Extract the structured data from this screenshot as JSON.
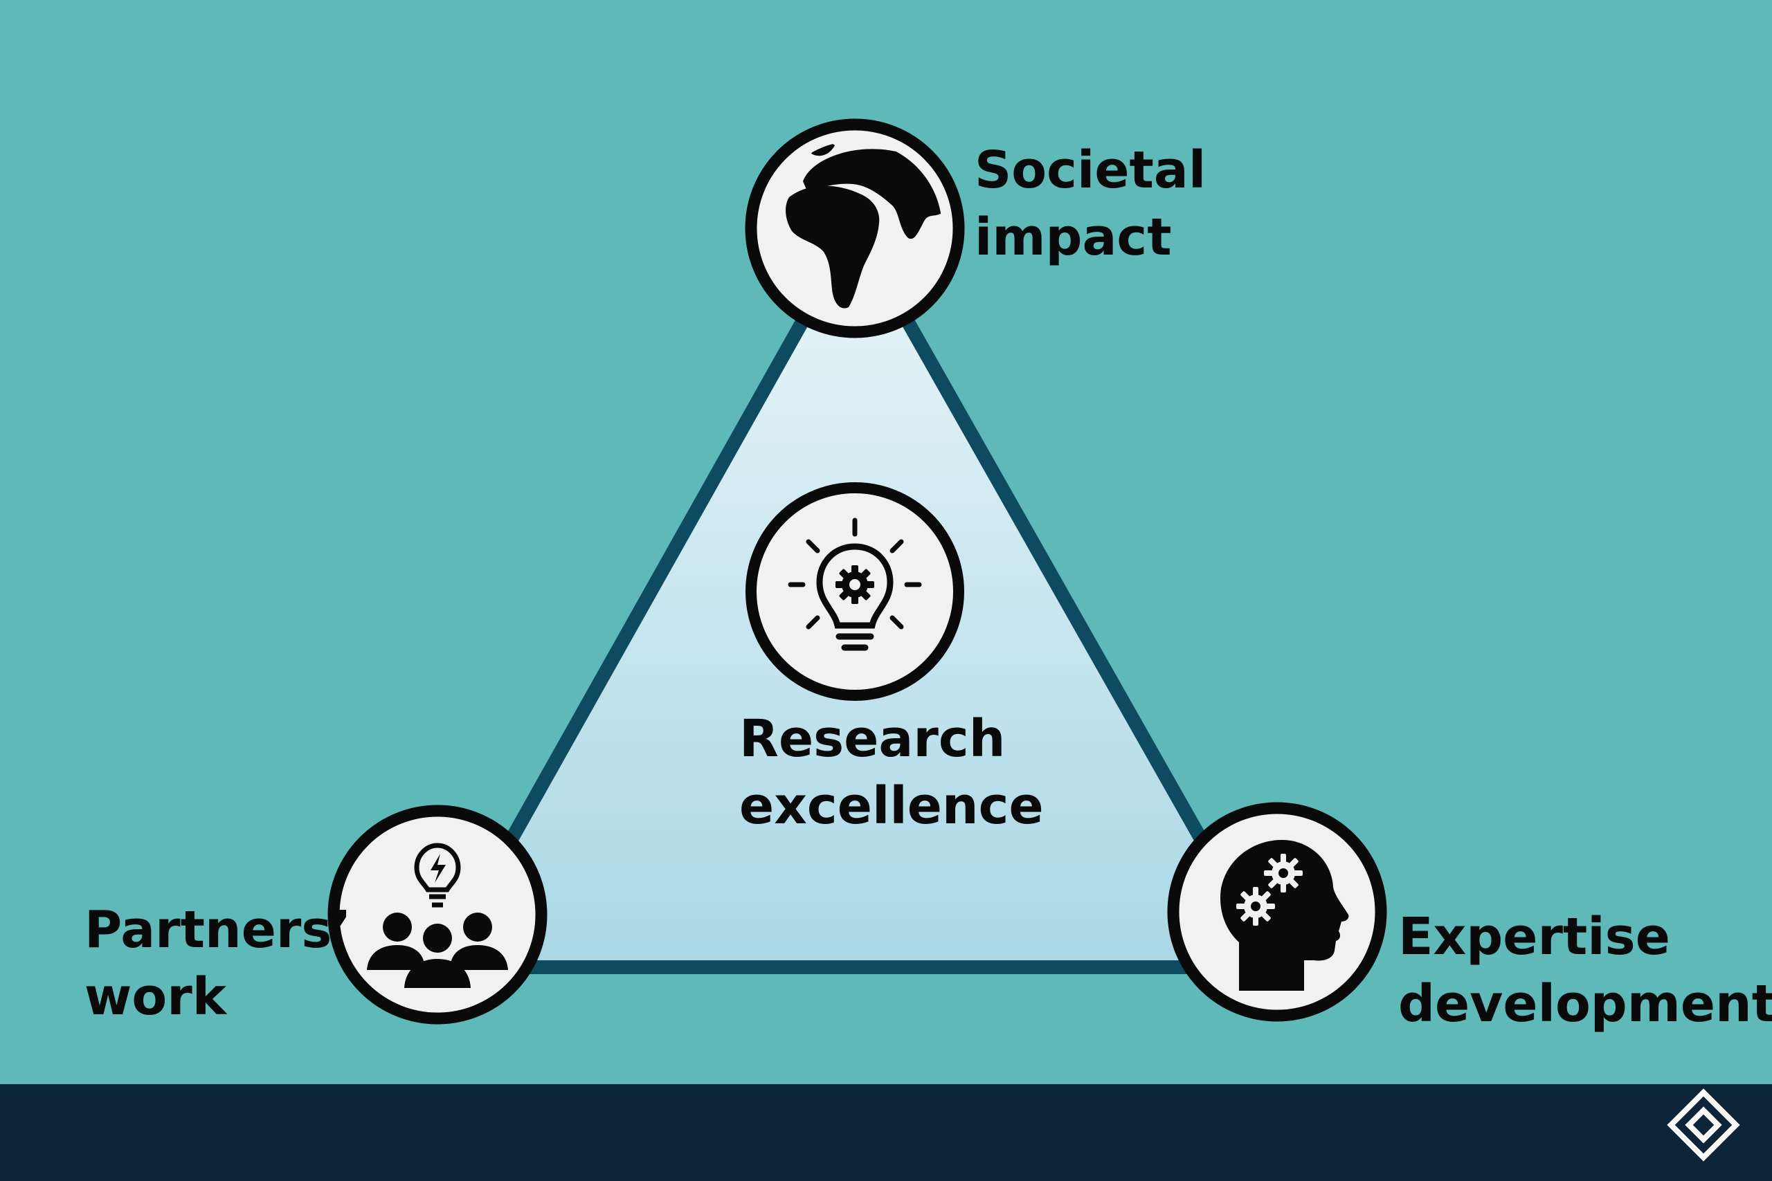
{
  "colors": {
    "background": "#5fb9b9",
    "footer": "#0d2538",
    "triangle_outline": "#0e4a60",
    "triangle_fill_top": "#eaf6fa",
    "triangle_fill_bottom": "#a9d7e5",
    "circle_fill": "#f1f1f1",
    "circle_ring": "#0a0a0a",
    "icon": "#0a0a0a",
    "logo": "#ffffff"
  },
  "nodes": {
    "top": {
      "icon": "globe-icon",
      "label_line1": "Societal",
      "label_line2": "impact"
    },
    "center": {
      "icon": "lightbulb-gear-icon",
      "label_line1": "Research",
      "label_line2": "excellence"
    },
    "left": {
      "icon": "team-idea-icon",
      "label_line1": "Partners’",
      "label_line2": "work"
    },
    "right": {
      "icon": "head-gears-icon",
      "label_line1": "Expertise",
      "label_line2": "development"
    }
  },
  "footer": {
    "logo_icon": "diamond-link-logo"
  }
}
